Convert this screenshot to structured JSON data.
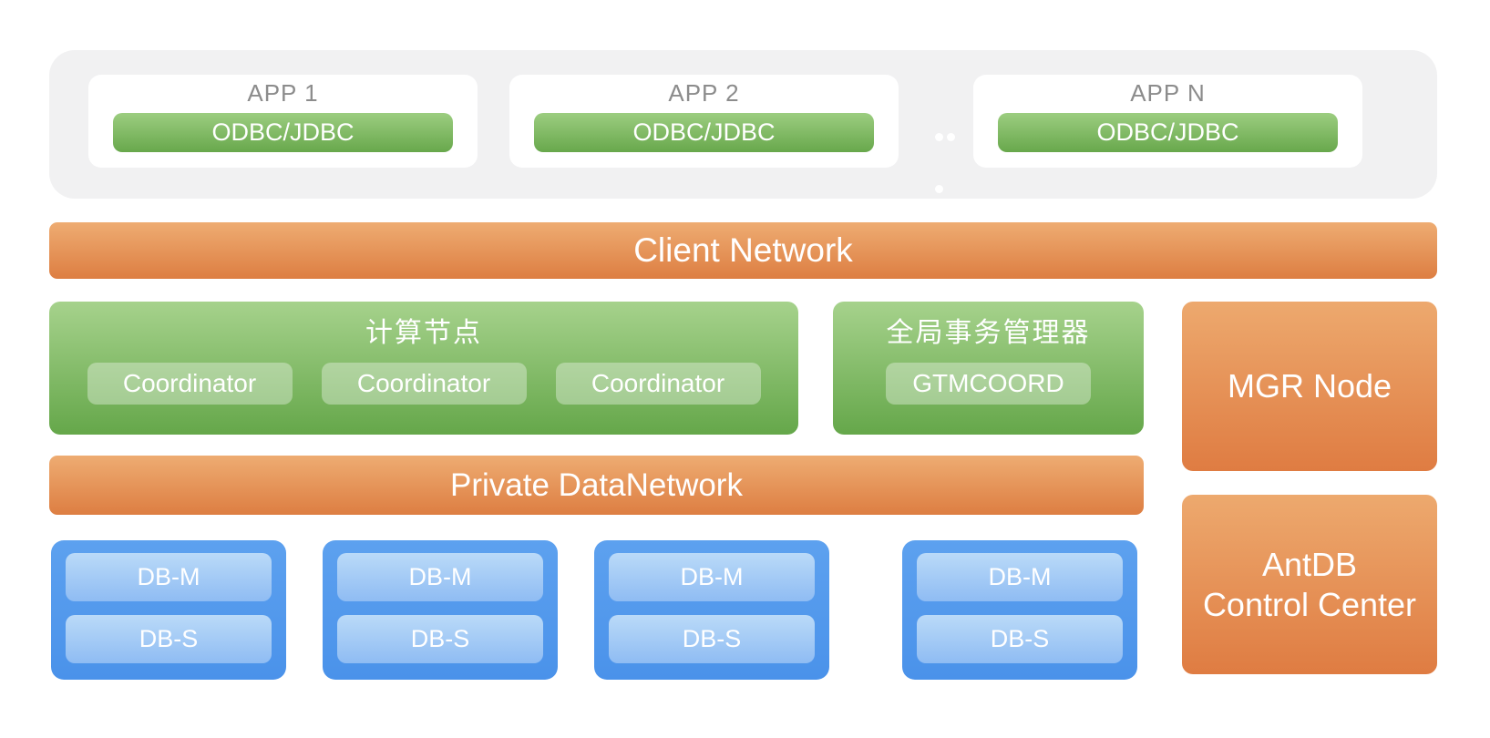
{
  "app_layer": {
    "apps": [
      {
        "label": "APP 1",
        "connector": "ODBC/JDBC"
      },
      {
        "label": "APP 2",
        "connector": "ODBC/JDBC"
      },
      {
        "label": "APP N",
        "connector": "ODBC/JDBC"
      }
    ]
  },
  "client_network": {
    "label": "Client Network"
  },
  "compute_node": {
    "title": "计算节点",
    "coordinators": [
      "Coordinator",
      "Coordinator",
      "Coordinator"
    ]
  },
  "gtm": {
    "title": "全局事务管理器",
    "node": "GTMCOORD"
  },
  "mgr_node": {
    "label": "MGR Node"
  },
  "private_network": {
    "label": "Private DataNetwork"
  },
  "data_nodes": [
    {
      "master": "DB-M",
      "standby": "DB-S"
    },
    {
      "master": "DB-M",
      "standby": "DB-S"
    },
    {
      "master": "DB-M",
      "standby": "DB-S"
    },
    {
      "master": "DB-M",
      "standby": "DB-S"
    }
  ],
  "control_center": {
    "line1": "AntDB",
    "line2": "Control Center"
  },
  "colors": {
    "orange_top": "#eeac72",
    "orange_bottom": "#dd7e42",
    "green_top": "#a6d28c",
    "green_bottom": "#65a74a",
    "green_pill_top": "#9ccd80",
    "green_pill_bottom": "#68a84c",
    "blue_box_top": "#5da1ef",
    "blue_box_bottom": "#4a92ea",
    "blue_pill_top": "#badaf8",
    "blue_pill_bottom": "#8fbcf3",
    "app_container_gray": "#f1f1f2",
    "app_label_gray": "#8c8c8c"
  }
}
